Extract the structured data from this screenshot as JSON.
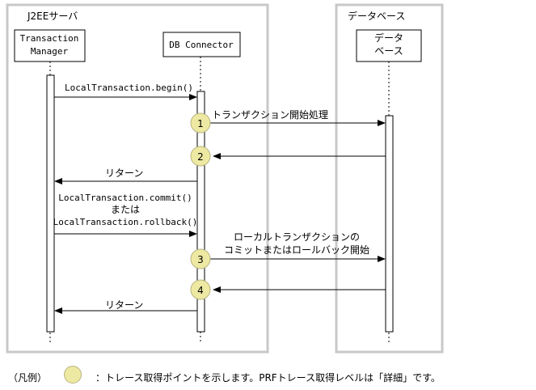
{
  "colors": {
    "marker_fill": "#ede9a2",
    "marker_stroke": "#b8b482",
    "group_border": "#c8c8c8"
  },
  "groups": {
    "j2ee_server": "J2EEサーバ",
    "database": "データベース"
  },
  "participants": {
    "transaction_manager": [
      "Transaction",
      "Manager"
    ],
    "db_connector": "DB Connector",
    "database": [
      "データ",
      "ベース"
    ]
  },
  "messages": {
    "begin": "LocalTransaction.begin()",
    "tx_start": "トランザクション開始処理",
    "return_1": "リターン",
    "commit_lines": [
      "LocalTransaction.commit()",
      "または",
      "LocalTransaction.rollback()"
    ],
    "local_commit_lines": [
      "ローカルトランザクションの",
      "コミットまたはロールバック開始"
    ],
    "return_2": "リターン"
  },
  "markers": [
    "1",
    "2",
    "3",
    "4"
  ],
  "legend": {
    "label": "（凡例）",
    "description": "：トレース取得ポイントを示します。PRFトレース取得レベルは「詳細」です。"
  }
}
